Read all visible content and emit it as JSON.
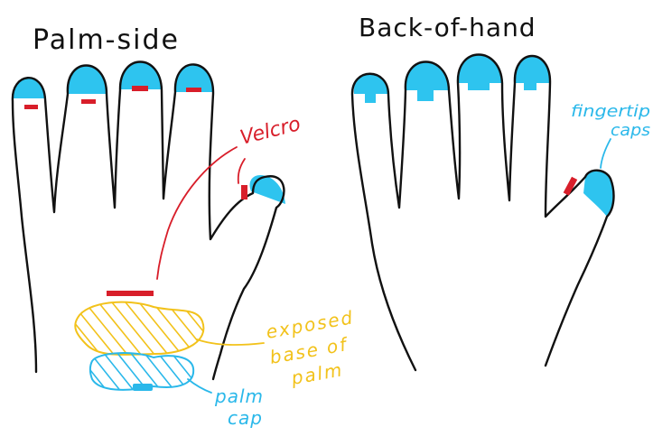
{
  "titles": {
    "palm_side": "Palm-side",
    "back_of_hand": "Back-of-hand"
  },
  "labels": {
    "velcro": "Velcro",
    "exposed_line1": "exposed",
    "exposed_line2": "base of",
    "exposed_line3": "palm",
    "palm_cap_line1": "palm",
    "palm_cap_line2": "cap",
    "fingertip_line1": "fingertip",
    "fingertip_line2": "caps"
  },
  "colors": {
    "ink": "#111111",
    "cap_blue": "#2ec4ef",
    "velcro_red": "#d81e2a",
    "exposed_yellow": "#f2c21b",
    "label_blue": "#2ab8ea"
  }
}
